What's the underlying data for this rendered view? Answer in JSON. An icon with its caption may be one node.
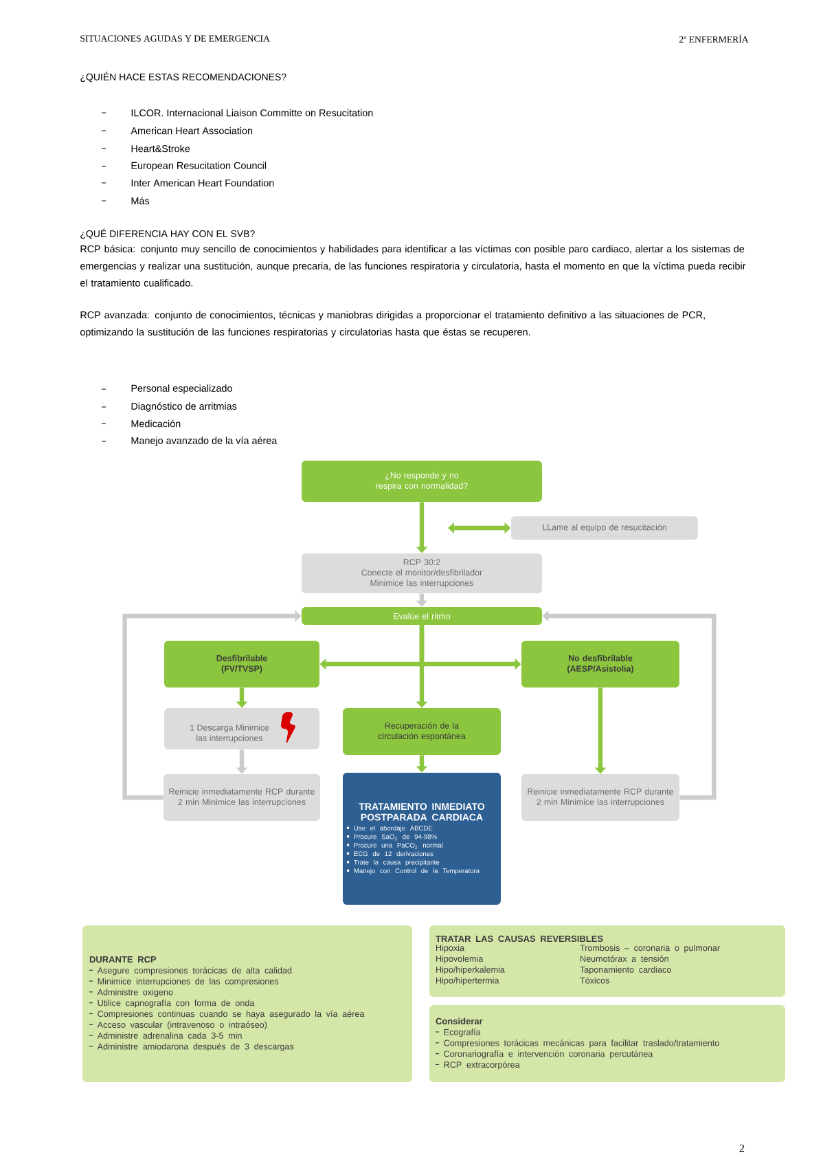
{
  "diagram": {
    "nodes": [
      {
        "text": [
          "¿No responde y no respira con normalidad?"
        ]
      },
      {
        "text": [
          "LLame al equipo de resucitación"
        ]
      },
      {
        "text": [
          "RCP 30:2",
          "Conecte el monitor/desfibrilador",
          "Minimice las interrupciones"
        ]
      },
      {
        "text": [
          "Evalúe el ritmo"
        ]
      },
      {
        "text": [
          "Desfibrilable (FV/TVSP)"
        ]
      },
      {
        "text": [
          "No desfibrilable (AESP/Asistolia)"
        ]
      },
      {
        "text": [
          "1 Descarga Minimice las interrupciones"
        ]
      },
      {
        "text": [
          "Recuperación de la circulación espontánea"
        ]
      },
      {
        "text": [
          "Reinicie inmediatamente RCP durante 2 min Minimice las interrupciones"
        ]
      },
      {
        "text": [
          "TRATAMIENTO INMEDIATO POSTPARADA CARDIACA",
          "Use el abordaje ABCDE",
          "Procure SaO$_{2}$ de 94-98%",
          "Procure una PaCO$_{2}$ normal",
          "ECG de 12 derivaciones",
          "Trate la causa precipitante",
          "Manejo con Control de la Temperatura"
        ]
      },
      {
        "text": [
          "Reinicie inmediatamente RCP durante 2 min Minimice las interrupciones"
        ]
      },
      {
        "text": [
          "DURANTE RCP",
          "Asegure compresiones torácicas de alta calidad",
          "Minimice interrupciones de las compresiones",
          "Administre oxigeno",
          "Utilice capnografía con forma de onda",
          "Compresiones continuas cuando se haya asegurado la vía aérea",
          "Acceso vascular (intravenoso o intraóseo)",
          "Administre adrenalina cada 3-5 min",
          "Administre amiodarona después de 3 descargas"
        ]
      },
      {
        "text": [
          "TRATAR LAS CAUSAS REVERSIBLES",
          "Hipoxia",
          "Trombosis – coronaria o pulmonar",
          "Hipovolemia",
          "Neumotórax a tensión",
          "Hipo/hiperkalemia",
          "Taponamiento cardiaco",
          "Hipo/hipertermia",
          "Tóxicos"
        ]
      },
      {
        "text": [
          "Considerar",
          "Ecografía",
          "Compresiones torácicas mecánicas para facilitar traslado/tratamiento",
          "Coronariografía e intervención coronaria percutánea",
          "RCP extracorpórea"
        ]
      }
    ],
    "edges": [
      {
        "from": 0,
        "to": 2,
        "arrow": "to"
      },
      {
        "from": null,
        "to": 1,
        "arrow": "both"
      },
      {
        "from": 2,
        "to": 3,
        "arrow": "to",
        "color": "#cccccc"
      },
      {
        "from": 3,
        "to": 4,
        "arrow": "to"
      },
      {
        "from": 3,
        "to": 5,
        "arrow": "to"
      },
      {
        "from": 3,
        "to": 7,
        "arrow": "to"
      },
      {
        "from": 4,
        "to": 6,
        "arrow": "to"
      },
      {
        "from": 5,
        "to": 10,
        "arrow": "to"
      },
      {
        "from": 6,
        "to": 8,
        "arrow": "to",
        "color": "#cccccc"
      },
      {
        "from": 7,
        "to": 9,
        "arrow": "to"
      },
      {
        "from": 8,
        "to": 3,
        "arrow": "to",
        "color": "#cccccc"
      },
      {
        "from": 10,
        "to": 3,
        "arrow": "to",
        "color": "#cccccc"
      }
    ],
    "labels": [
      "SITUACIONES AGUDAS Y DE EMERGENCIA",
      "2º ENFERMERÍA",
      "¿QUIÉN HACE ESTAS RECOMENDACIONES?",
      "ILCOR. Internacional Liaison Committe on Resucitation",
      "American Heart Association",
      "Heart&Stroke",
      "European Resucitation Council",
      "Inter American Heart Foundation",
      "Más",
      "¿QUÉ DIFERENCIA HAY CON EL SVB?",
      "RCP básica: conjunto muy sencillo de conocimientos y habilidades para identificar a las víctimas con posible paro cardiaco, alertar a los sistemas de emergencias y realizar una sustitución, aunque precaria, de las funciones respiratoria y circulatoria, hasta el momento en que la víctima pueda recibir el tratamiento cualificado.",
      "RCP avanzada: conjunto de conocimientos, técnicas y maniobras dirigidas a proporcionar el tratamiento definitivo a las situaciones de PCR, optimizando la sustitución de las funciones respiratorias y circulatorias hasta que éstas se recuperen.",
      "Personal especializado",
      "Diagnóstico de arritmias",
      "Medicación",
      "Manejo avanzado de la vía aérea",
      "2"
    ]
  }
}
